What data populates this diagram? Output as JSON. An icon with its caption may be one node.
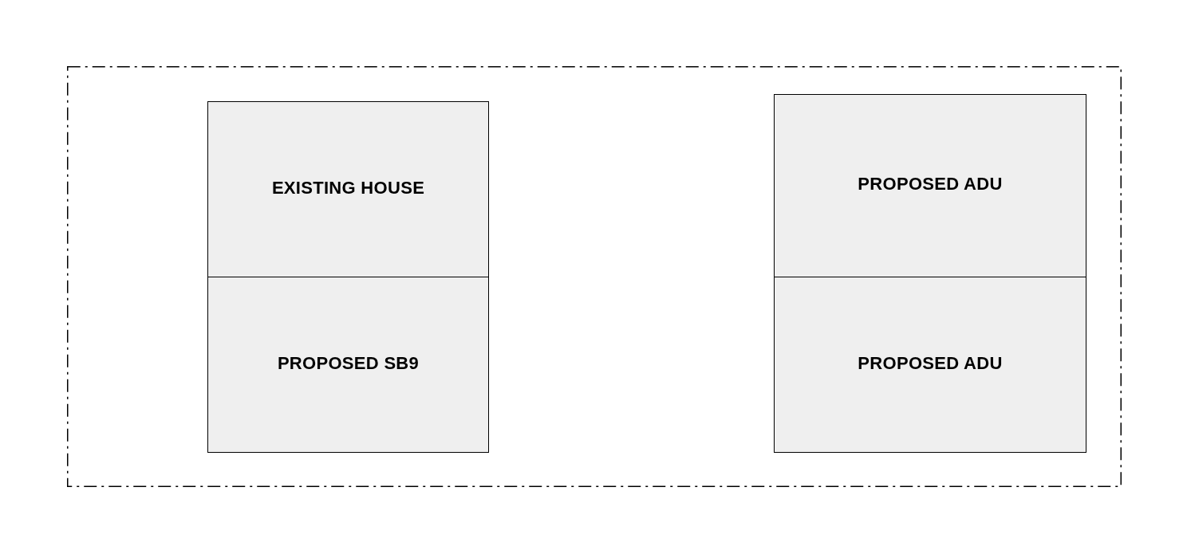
{
  "diagram": {
    "nodes": [
      {
        "text": [],
        "shape": "box"
      },
      {
        "text": [
          "EXISTING HOUSE"
        ],
        "in": 0
      },
      {
        "text": [
          "PROPOSED ADU"
        ],
        "in": 0
      },
      {
        "text": [
          "PROPOSED SB9"
        ],
        "in": 0
      },
      {
        "text": [
          "PROPOSED ADU"
        ],
        "in": 0
      }
    ]
  }
}
